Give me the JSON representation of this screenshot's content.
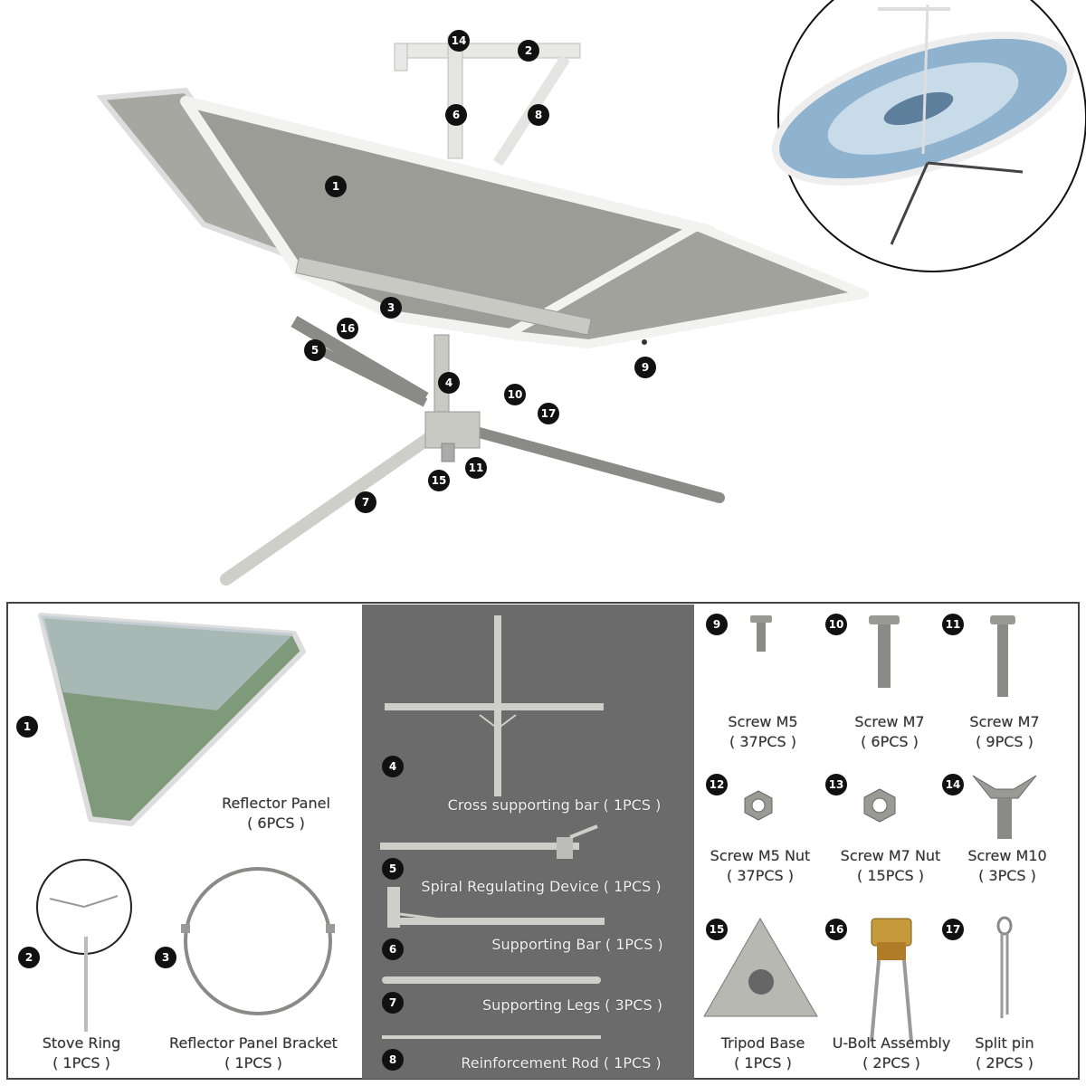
{
  "assembly_callouts": [
    "1",
    "2",
    "3",
    "4",
    "5",
    "6",
    "7",
    "8",
    "9",
    "10",
    "11",
    "14",
    "15",
    "16",
    "17"
  ],
  "parts": [
    {
      "num": "1",
      "name": "Reflector Panel",
      "qty": "( 6PCS )"
    },
    {
      "num": "2",
      "name": "Stove Ring",
      "qty": "( 1PCS )"
    },
    {
      "num": "3",
      "name": "Reflector Panel Bracket",
      "qty": "( 1PCS )"
    },
    {
      "num": "4",
      "name": "Cross supporting bar",
      "qty": "( 1PCS )"
    },
    {
      "num": "5",
      "name": "Spiral Regulating Device",
      "qty": "( 1PCS )"
    },
    {
      "num": "6",
      "name": "Supporting Bar",
      "qty": "( 1PCS )"
    },
    {
      "num": "7",
      "name": "Supporting Legs",
      "qty": "( 3PCS )"
    },
    {
      "num": "8",
      "name": "Reinforcement Rod",
      "qty": "( 1PCS )"
    },
    {
      "num": "9",
      "name": "Screw M5",
      "qty": "( 37PCS )"
    },
    {
      "num": "10",
      "name": "Screw M7",
      "qty": "( 6PCS )"
    },
    {
      "num": "11",
      "name": "Screw M7",
      "qty": "( 9PCS )"
    },
    {
      "num": "12",
      "name": "Screw M5 Nut",
      "qty": "( 37PCS )"
    },
    {
      "num": "13",
      "name": "Screw M7 Nut",
      "qty": "( 15PCS )"
    },
    {
      "num": "14",
      "name": "Screw M10",
      "qty": "( 3PCS )"
    },
    {
      "num": "15",
      "name": "Tripod Base",
      "qty": "( 1PCS )"
    },
    {
      "num": "16",
      "name": "U-Bolt Assembly",
      "qty": "( 2PCS )"
    },
    {
      "num": "17",
      "name": "Split pin",
      "qty": "( 2PCS )"
    }
  ],
  "colors": {
    "panel_gray": "#6b6b6b",
    "dish_gray": "#9a9a95",
    "metal": "#c9c9c4",
    "badge": "#111111"
  }
}
